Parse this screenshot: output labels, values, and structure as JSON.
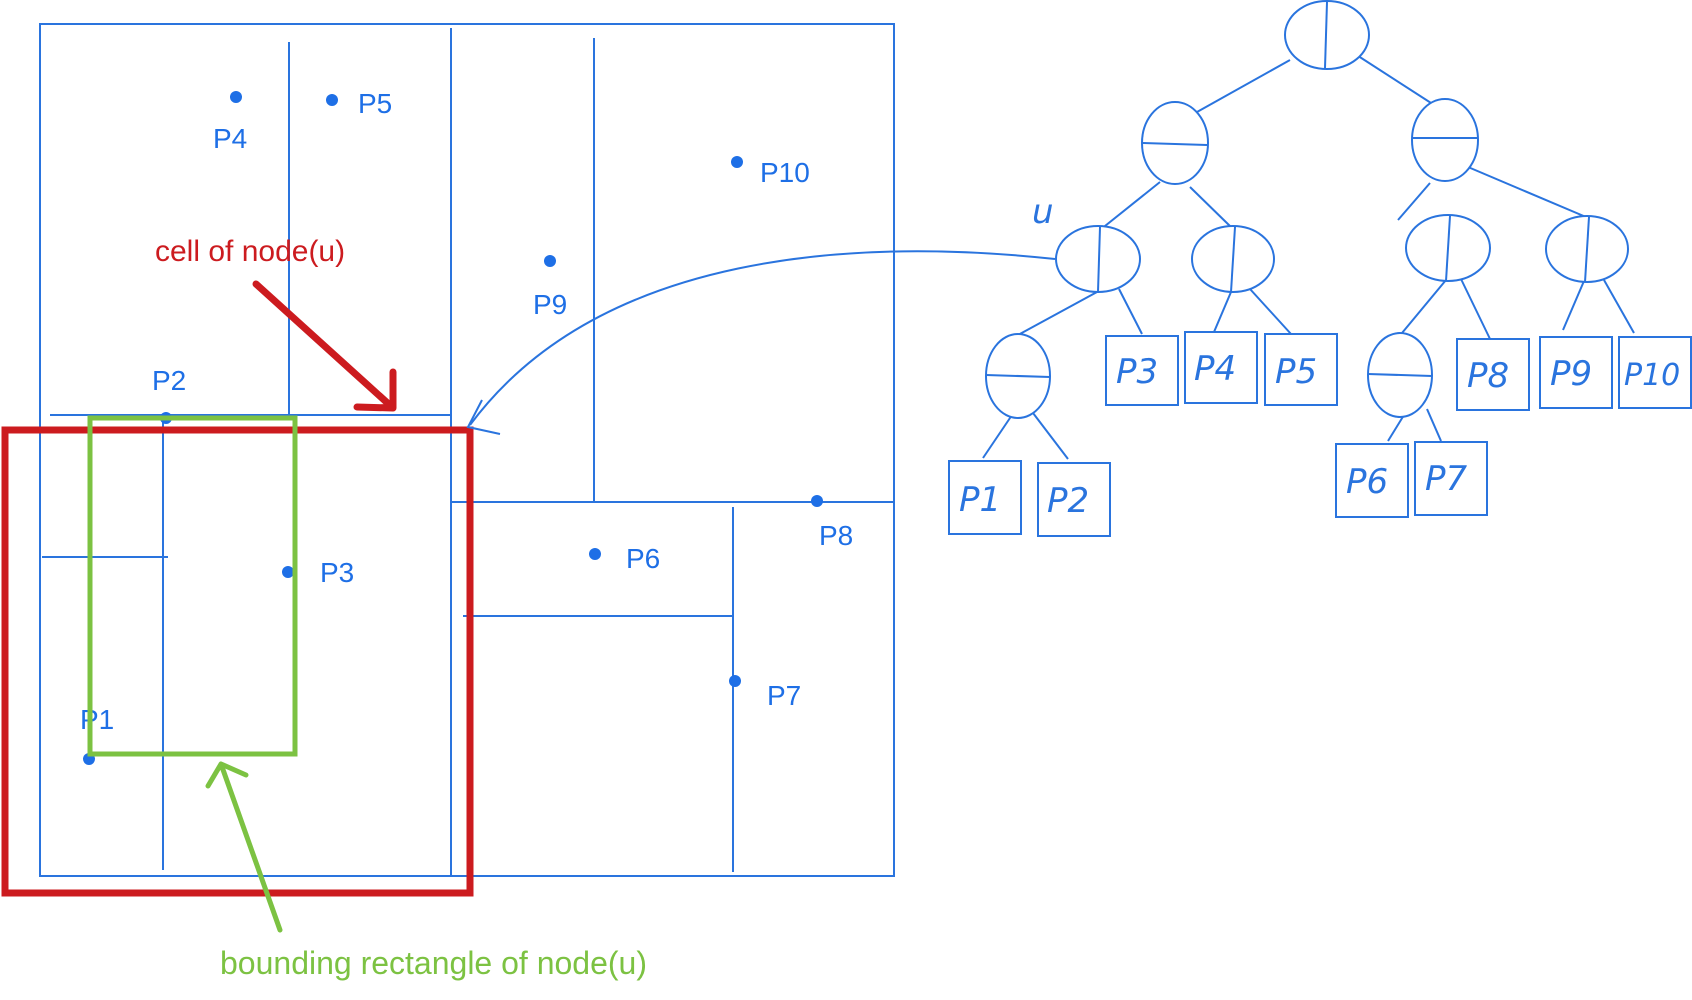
{
  "points": [
    {
      "label": "P1"
    },
    {
      "label": "P2"
    },
    {
      "label": "P3"
    },
    {
      "label": "P4"
    },
    {
      "label": "P5"
    },
    {
      "label": "P6"
    },
    {
      "label": "P7"
    },
    {
      "label": "P8"
    },
    {
      "label": "P9"
    },
    {
      "label": "P10"
    }
  ],
  "annotations": {
    "cell": "cell of node(u)",
    "bounding": "bounding rectangle of node(u)"
  },
  "tree": {
    "u_label": "u",
    "leaves": [
      "P1",
      "P2",
      "P3",
      "P4",
      "P5",
      "P6",
      "P7",
      "P8",
      "P9",
      "P10"
    ]
  },
  "colors": {
    "structure": "#2a74de",
    "cell": "#cc1b1f",
    "bounding": "#7cc242"
  }
}
